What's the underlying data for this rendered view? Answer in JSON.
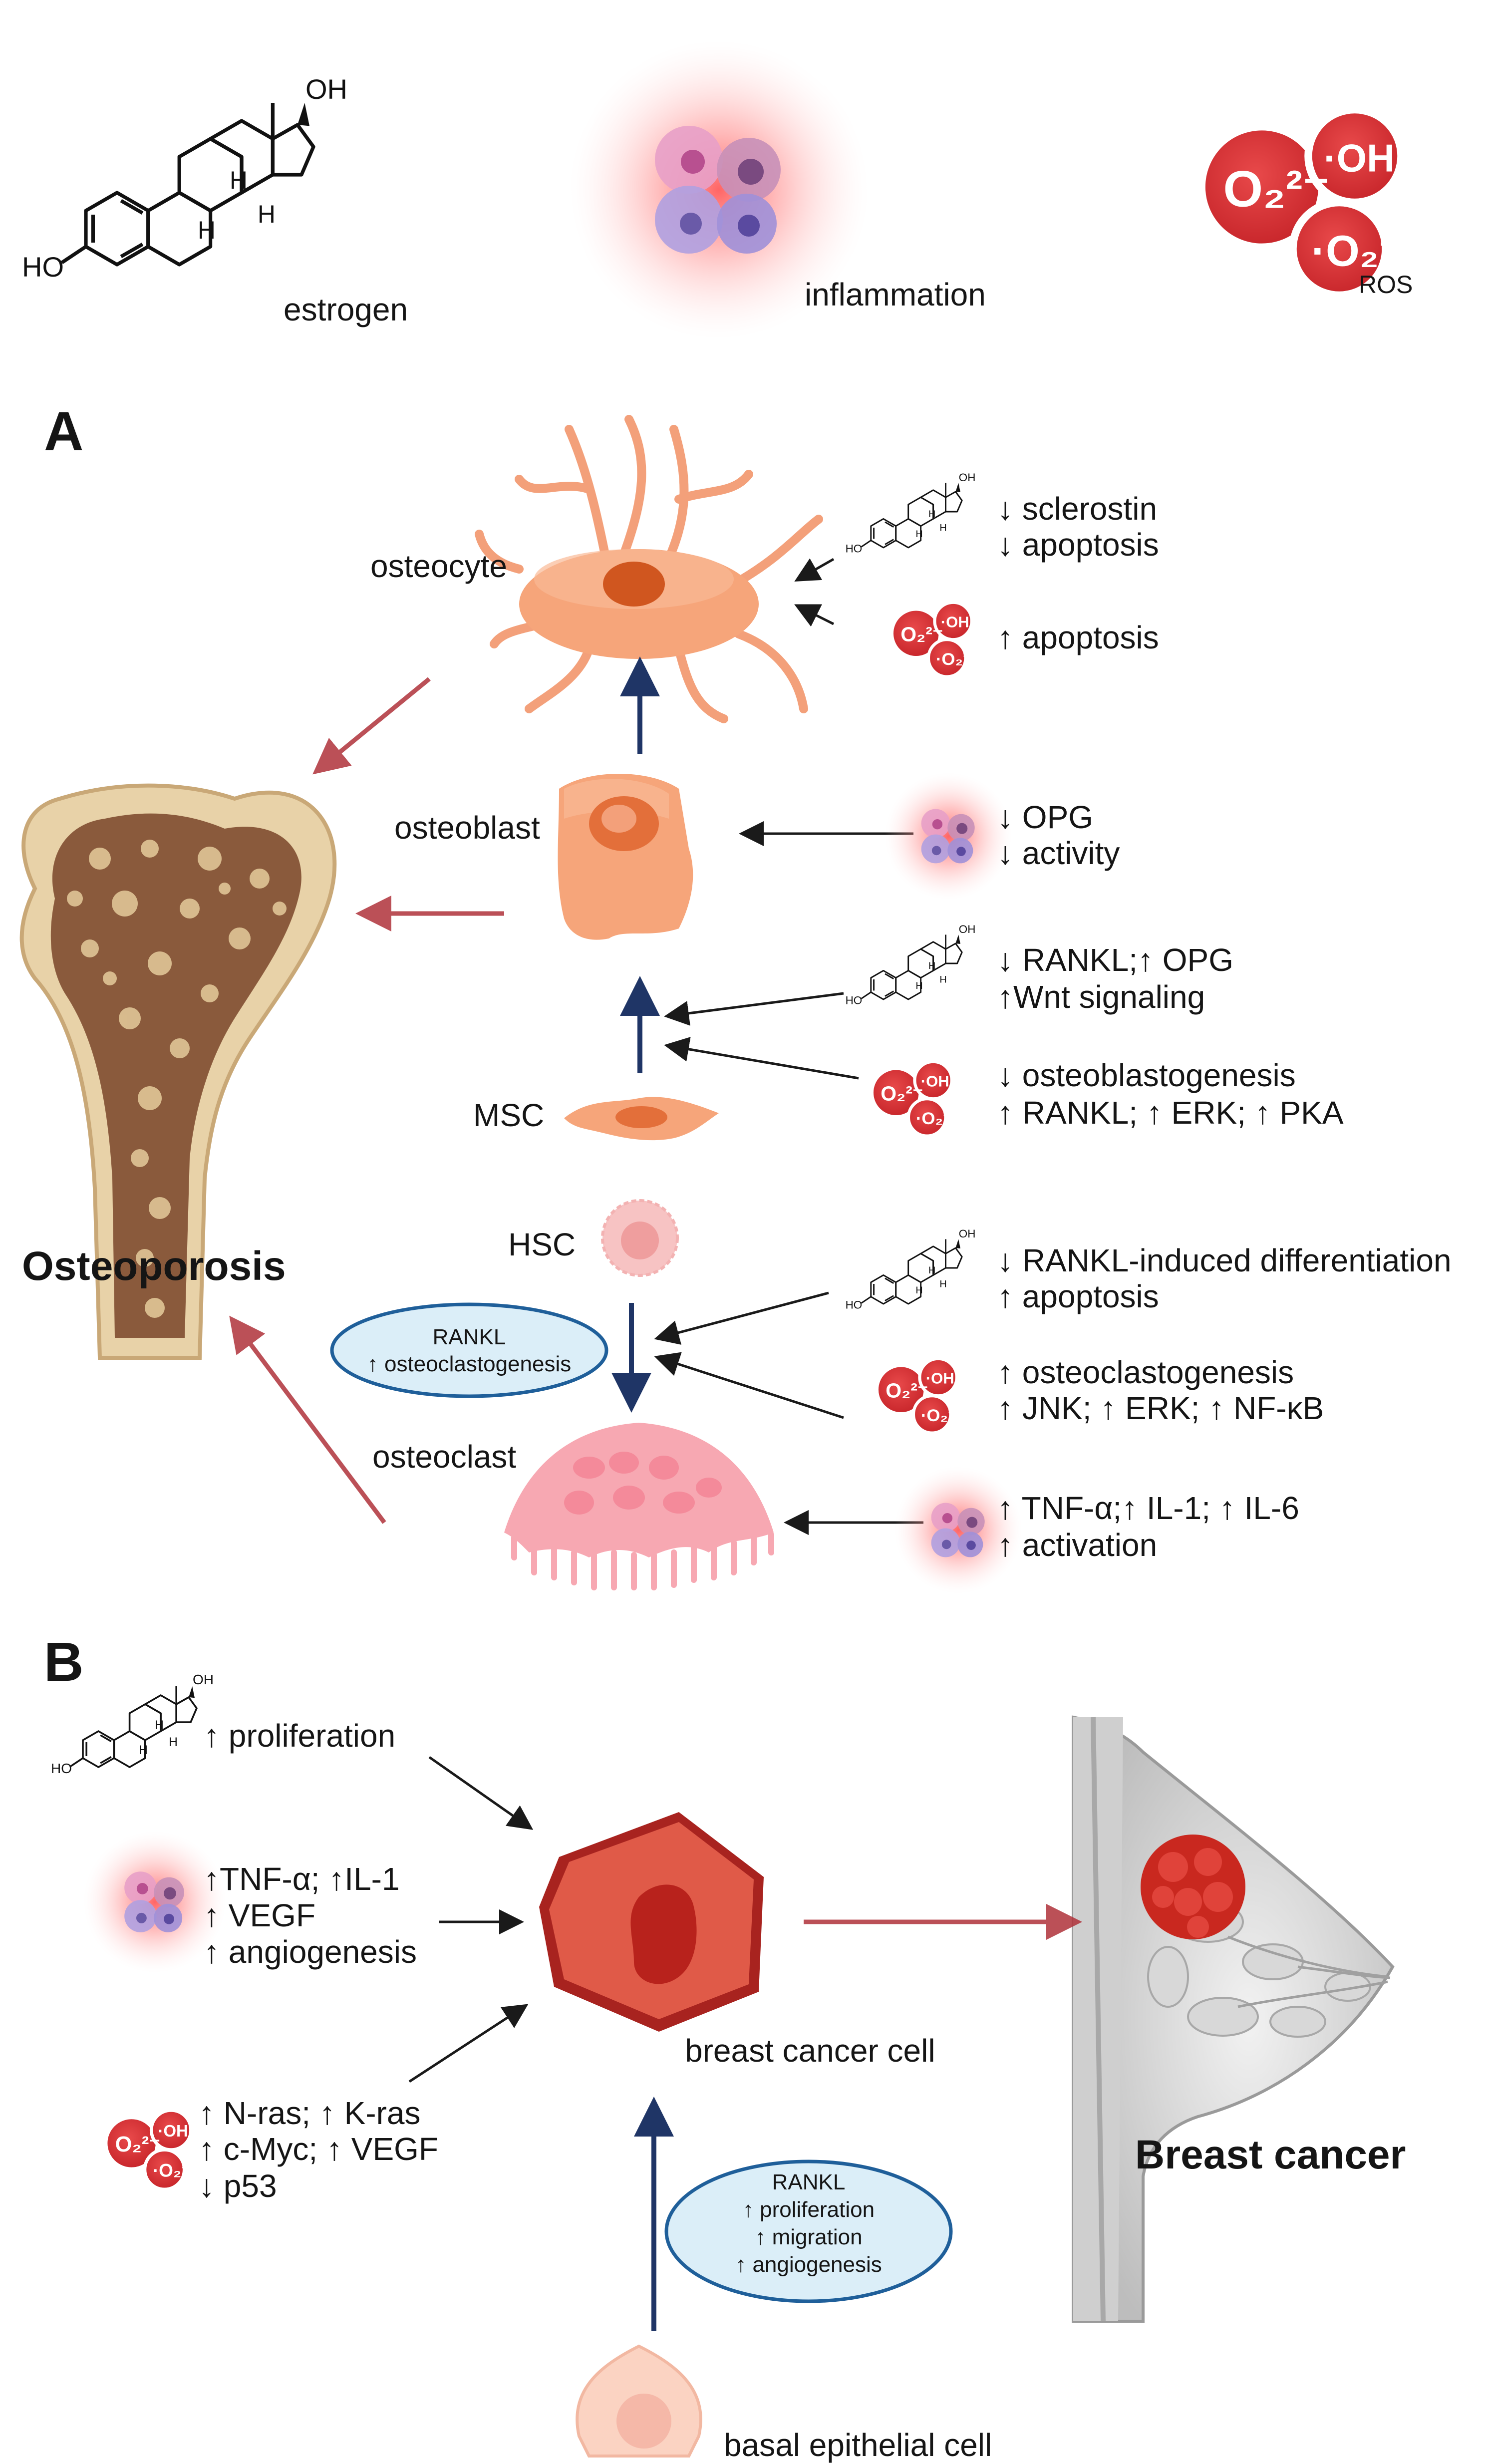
{
  "legend": {
    "estrogen": "estrogen",
    "inflammation": "inflammation",
    "ros": "ROS",
    "oh_label": "OH",
    "ho_label": "HO",
    "h_label": "H"
  },
  "ros_symbols": {
    "superoxide_2": "O₂²⁻",
    "hydroxyl": "·OH",
    "superoxide": "·O₂⁻"
  },
  "panel_a": {
    "letter": "A",
    "osteocyte": "osteocyte",
    "osteoblast": "osteoblast",
    "msc": "MSC",
    "hsc": "HSC",
    "osteoclast": "osteoclast",
    "osteoporosis": "Osteoporosis",
    "rankl_oval": {
      "line1": "RANKL",
      "line2": "↑ osteoclastogenesis"
    },
    "osteocyte_estrogen": [
      "↓ sclerostin",
      "↓ apoptosis"
    ],
    "osteocyte_ros": [
      "↑ apoptosis"
    ],
    "osteoblast_inflammation": [
      "↓ OPG",
      "↓ activity"
    ],
    "msc_estrogen": [
      "↓ RANKL;↑ OPG",
      "↑Wnt signaling"
    ],
    "msc_ros": [
      "↓ osteoblastogenesis",
      "↑ RANKL; ↑ ERK; ↑ PKA"
    ],
    "osteoclast_estrogen": [
      "↓ RANKL-induced differentiation",
      "↑ apoptosis"
    ],
    "osteoclast_ros": [
      "↑ osteoclastogenesis",
      "↑ JNK; ↑ ERK; ↑ NF-κB"
    ],
    "osteoclast_inflammation": [
      "↑ TNF-α;↑ IL-1; ↑ IL-6",
      "↑ activation"
    ]
  },
  "panel_b": {
    "letter": "B",
    "estrogen_effects": [
      "↑ proliferation"
    ],
    "inflammation_effects": [
      "↑TNF-α; ↑IL-1",
      "↑ VEGF",
      "↑ angiogenesis"
    ],
    "ros_effects": [
      "↑ N-ras; ↑ K-ras",
      "↑ c-Myc; ↑ VEGF",
      "↓ p53"
    ],
    "breast_cancer_cell": "breast cancer cell",
    "breast_cancer": "Breast cancer",
    "basal_epithelial_cell": "basal epithelial cell",
    "rankl_oval": {
      "line1": "RANKL",
      "line2": "↑ proliferation",
      "line3": "↑ migration",
      "line4": "↑ angiogenesis"
    }
  },
  "colors": {
    "arrow_red": "#b0323a",
    "arrow_navy": "#1f3566",
    "ros_red": "#d63a3a",
    "cell_orange": "#f6a57a",
    "osteoclast_pink": "#f7a8b2",
    "bone_tan": "#e8d2a8",
    "bone_brown": "#8a5a3c",
    "cancer_red": "#d9453d",
    "oval_fill": "#dbeef8",
    "oval_stroke": "#1f5f9a"
  }
}
